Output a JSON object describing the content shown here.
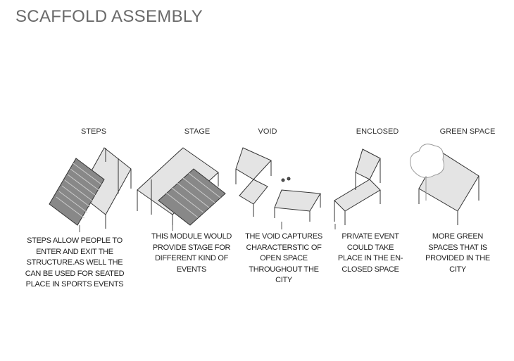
{
  "title": "SCAFFOLD ASSEMBLY",
  "modules": [
    {
      "label": "STEPS",
      "description": [
        "STEPS ALLOW PEOPLE TO",
        "ENTER AND EXIT THE",
        "STRUCTURE.AS WELL THE",
        "CAN BE USED FOR SEATED",
        "PLACE IN SPORTS EVENTS"
      ]
    },
    {
      "label": "STAGE",
      "description": [
        "THIS MODULE WOULD",
        "PROVIDE STAGE FOR",
        "DIFFERENT KIND OF",
        "EVENTS"
      ]
    },
    {
      "label": "VOID",
      "description": [
        "THE VOID CAPTURES",
        "CHARACTERSTIC OF",
        "OPEN SPACE",
        "THROUGHOUT THE",
        "CITY"
      ]
    },
    {
      "label": "ENCLOSED",
      "description": [
        "PRIVATE EVENT",
        "COULD TAKE",
        "PLACE IN THE EN-",
        "CLOSED SPACE"
      ]
    },
    {
      "label": "GREEN SPACE",
      "description": [
        "MORE GREEN",
        "SPACES THAT IS",
        "PROVIDED IN THE",
        "CITY"
      ]
    }
  ]
}
